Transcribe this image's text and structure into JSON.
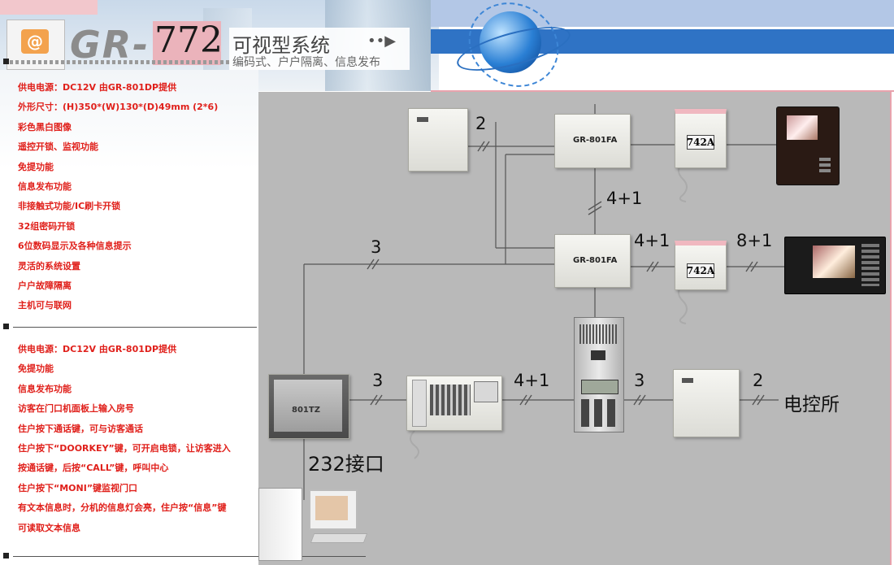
{
  "header": {
    "brand": "GR-",
    "model": "772",
    "title": "可视型系统",
    "subtitle": "编码式、户户隔离、信息发布",
    "arrow": "••▶"
  },
  "features_1": [
    "供电电源：DC12V 由GR-801DP提供",
    "外形尺寸：(H)350*(W)130*(D)49mm (2*6)",
    "彩色黑白图像",
    "遥控开锁、监视功能",
    "免提功能",
    "信息发布功能",
    "非接触式功能/IC刷卡开锁",
    "32组密码开锁",
    "6位数码显示及各种信息提示",
    "灵活的系统设置",
    "户户故障隔离",
    "主机可与联网"
  ],
  "features_2": [
    "供电电源：DC12V 由GR-801DP提供",
    "免提功能",
    "信息发布功能",
    "访客在门口机面板上输入房号",
    "住户按下通话键，可与访客通话",
    "住户按下“DOORKEY”键，可开启电锁，让访客进入",
    "按通话键，后按“CALL”键，呼叫中心",
    "住户按下“MONI”键监视门口",
    "有文本信息时，分机的信息灯会亮，住户按“信息”键",
    "可读取文本信息"
  ],
  "diagram": {
    "dist_label": "GR-801FA",
    "room_label": "742A",
    "ctrl_label": "801TZ",
    "interface_label": "232接口",
    "power_room_label": "电控所",
    "wire_counts": {
      "top_power": "2",
      "trunk": "4+1",
      "left_trunk": "3",
      "floor2_to_decoder": "4+1",
      "decoder_to_monitor": "8+1",
      "ctrl_to_guard": "3",
      "guard_to_door": "4+1",
      "door_to_psu": "3",
      "psu_out": "2"
    }
  },
  "colors": {
    "feature_text": "#e0201b",
    "panel_bg": "#b9b9b9",
    "accent_blue": "#2f73c5",
    "accent_pink": "#ebb3bb"
  }
}
